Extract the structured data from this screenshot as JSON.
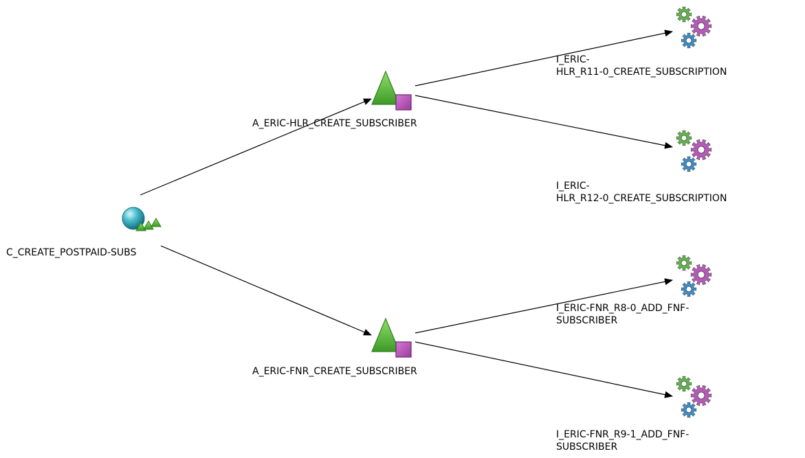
{
  "diagram": {
    "root": {
      "label": "C_CREATE_POSTPAID-SUBS",
      "icon": "composite-service-icon"
    },
    "actions": [
      {
        "label": "A_ERIC-HLR_CREATE_SUBSCRIBER",
        "icon": "action-icon",
        "implementations": [
          {
            "label_lines": [
              "I_ERIC-",
              "HLR_R11-0_CREATE_SUBSCRIPTION"
            ],
            "icon": "gears-icon"
          },
          {
            "label_lines": [
              "I_ERIC-",
              "HLR_R12-0_CREATE_SUBSCRIPTION"
            ],
            "icon": "gears-icon"
          }
        ]
      },
      {
        "label": "A_ERIC-FNR_CREATE_SUBSCRIBER",
        "icon": "action-icon",
        "implementations": [
          {
            "label_lines": [
              "I_ERIC-FNR_R8-0_ADD_FNF-",
              "SUBSCRIBER"
            ],
            "icon": "gears-icon"
          },
          {
            "label_lines": [
              "I_ERIC-FNR_R9-1_ADD_FNF-",
              "SUBSCRIBER"
            ],
            "icon": "gears-icon"
          }
        ]
      }
    ],
    "colors": {
      "edge": "#000000",
      "triangle_fill": "#5cbf3a",
      "triangle_stroke": "#2f7d1e",
      "square_fill": "#b44fb4",
      "square_stroke": "#6e236e",
      "sphere_fill": "#3fb6c8",
      "gear_green": "#5fb84a",
      "gear_purple": "#b65ab9",
      "gear_blue": "#3b8fcd"
    }
  }
}
